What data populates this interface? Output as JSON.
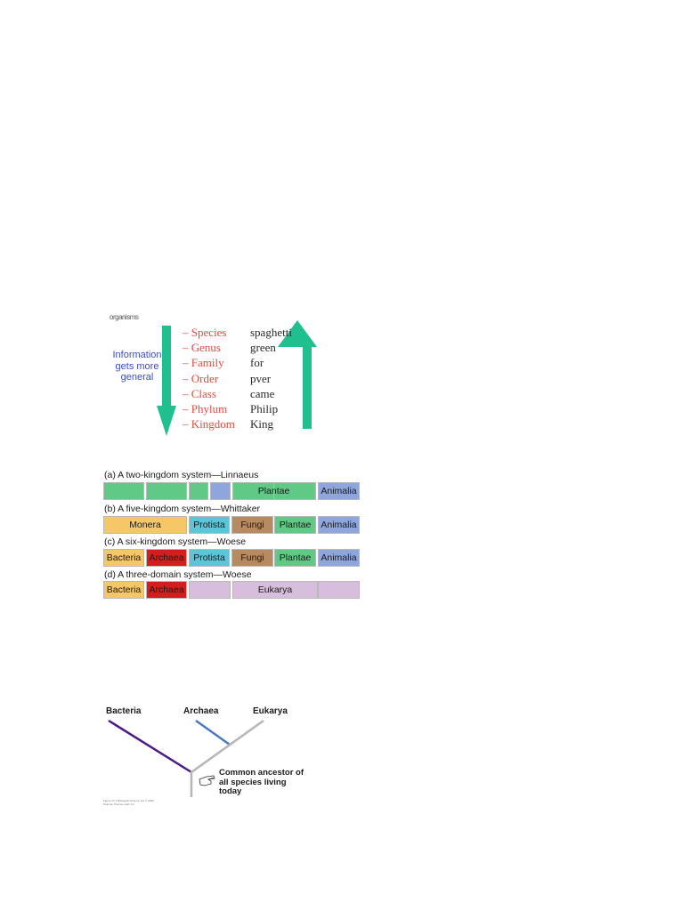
{
  "taxonomy": {
    "info_label": "Information gets more general",
    "cutoff_text": "organisms",
    "ranks": [
      "Species",
      "Genus",
      "Family",
      "Order",
      "Class",
      "Phylum",
      "Kingdom"
    ],
    "mnemonic": [
      "spaghetti",
      "green",
      "for",
      "pver",
      "came",
      "Philip",
      "King"
    ],
    "colors": {
      "rank": "#e24a3d",
      "arrow": "#1fbf8f",
      "info": "#3b4fb8"
    }
  },
  "systems": [
    {
      "title": "(a) A two-kingdom system—Linnaeus",
      "boxes": [
        {
          "label": "",
          "color": "#5fc985"
        },
        {
          "label": "",
          "color": "#5fc985"
        },
        {
          "label": "",
          "color": "#5fc985"
        },
        {
          "label": "",
          "color": "#8fa6dd"
        },
        {
          "label": "Plantae",
          "color": "#5fc985"
        },
        {
          "label": "",
          "color": "#5fc985"
        },
        {
          "label": "Animalia",
          "color": "#8fa6dd"
        }
      ]
    },
    {
      "title": "(b) A five-kingdom system—Whittaker",
      "boxes": [
        {
          "label": "Monera",
          "color": "#f6c767"
        },
        {
          "label": "Protista",
          "color": "#5bc6d8"
        },
        {
          "label": "Fungi",
          "color": "#b78a5f"
        },
        {
          "label": "Plantae",
          "color": "#5fc985"
        },
        {
          "label": "Animalia",
          "color": "#8fa6dd"
        }
      ]
    },
    {
      "title": "(c) A six-kingdom system—Woese",
      "boxes": [
        {
          "label": "Bacteria",
          "color": "#f6c767"
        },
        {
          "label": "Archaea",
          "color": "#d41e1e"
        },
        {
          "label": "Protista",
          "color": "#5bc6d8"
        },
        {
          "label": "Fungi",
          "color": "#b78a5f"
        },
        {
          "label": "Plantae",
          "color": "#5fc985"
        },
        {
          "label": "Animalia",
          "color": "#8fa6dd"
        }
      ]
    },
    {
      "title": "(d) A three-domain system—Woese",
      "boxes": [
        {
          "label": "Bacteria",
          "color": "#f6c767"
        },
        {
          "label": "Archaea",
          "color": "#d41e1e"
        },
        {
          "label": "",
          "color": "#d7bedd"
        },
        {
          "label": "Eukarya",
          "color": "#d7bedd"
        },
        {
          "label": "",
          "color": "#d7bedd"
        }
      ]
    }
  ],
  "tree": {
    "labels": {
      "bacteria": "Bacteria",
      "archaea": "Archaea",
      "eukarya": "Eukarya"
    },
    "ancestor_label": "Common ancestor of all species living today",
    "fineprint": "Figure 27.1 Biological Science, 2/e © 2005 Pearson Prentice Hall, Inc.",
    "colors": {
      "bacteria": "#4a1a86",
      "archaea": "#4a78c8",
      "eukarya": "#b5b5b5"
    }
  }
}
